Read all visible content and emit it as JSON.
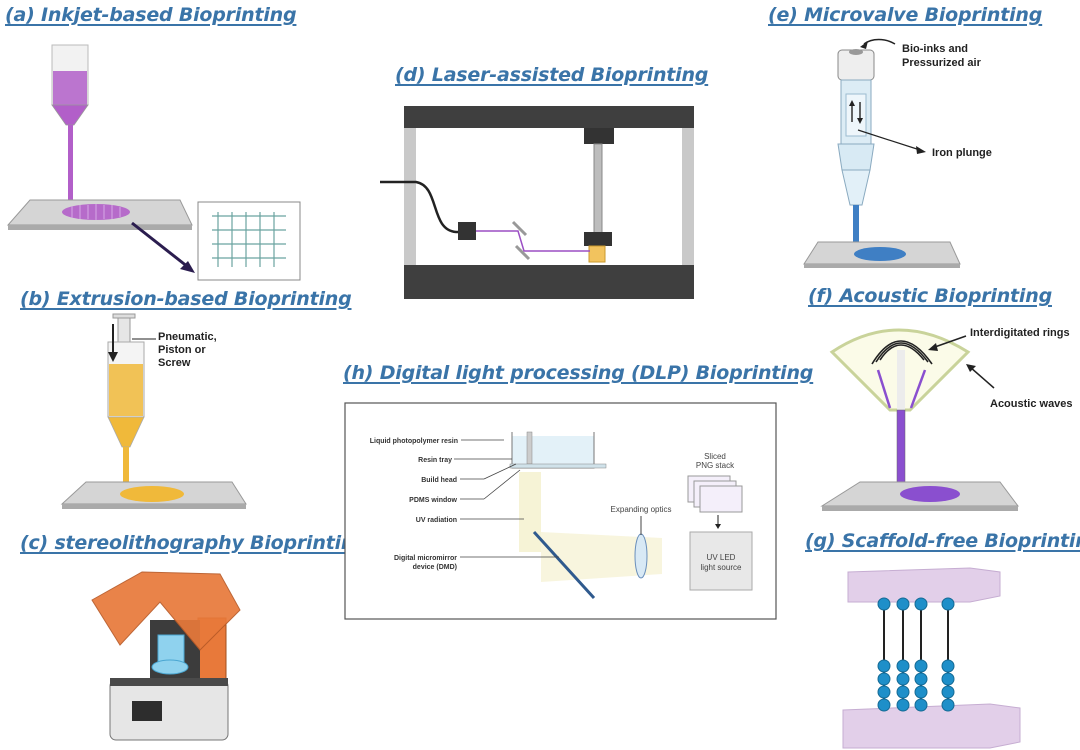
{
  "figure": {
    "panels": [
      {
        "id": "a",
        "title": "(a) Inkjet-based Bioprinting"
      },
      {
        "id": "b",
        "title": "(b) Extrusion-based Bioprinting",
        "labels": [
          "Pneumatic,",
          "Piston or",
          "Screw"
        ]
      },
      {
        "id": "c",
        "title": "(c) stereolithography Bioprinting"
      },
      {
        "id": "d",
        "title": "(d) Laser-assisted Bioprinting"
      },
      {
        "id": "e",
        "title": "(e) Microvalve Bioprinting",
        "labels": {
          "inlet_line1": "Bio-inks and",
          "inlet_line2": "Pressurized air",
          "plunger": "Iron plunge"
        }
      },
      {
        "id": "f",
        "title": "(f) Acoustic Bioprinting",
        "labels": {
          "rings": "Interdigitated rings",
          "waves": "Acoustic waves"
        }
      },
      {
        "id": "g",
        "title": "(g) Scaffold-free Bioprinting"
      },
      {
        "id": "h",
        "title": "(h) Digital light processing (DLP) Bioprinting",
        "labels": {
          "resin": "Liquid photopolymer resin",
          "tray": "Resin tray",
          "head": "Build head",
          "pdms": "PDMS window",
          "uv": "UV radiation",
          "dmd1": "Digital micromirror",
          "dmd2": "device (DMD)",
          "optics": "Expanding optics",
          "stack1": "Sliced",
          "stack2": "PNG stack",
          "led1": "UV LED",
          "led2": "light source"
        }
      }
    ]
  },
  "colors": {
    "title": "#3a74a8",
    "inkjet_ink": "#b25fc9",
    "extrusion_ink": "#f0b93a",
    "microvalve_ink": "#3f7fc4",
    "acoustic_ink": "#8a4fcf",
    "printer_orange": "#e8793a",
    "laser_beam": "#9b4fc4",
    "spheroid": "#1e8fc9",
    "block_fill": "#e2cfe9"
  }
}
